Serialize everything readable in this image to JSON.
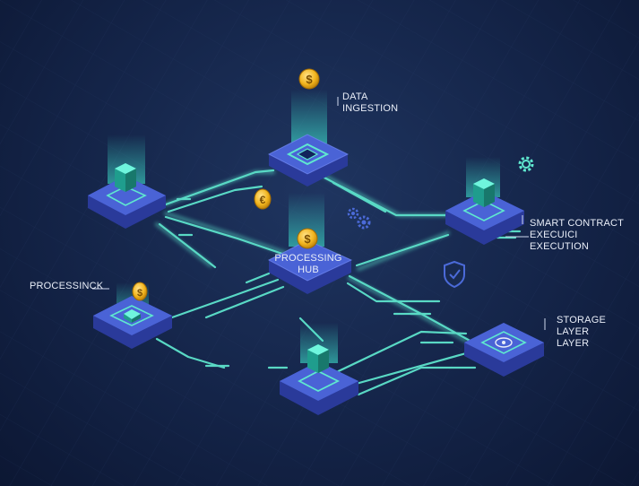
{
  "labels": {
    "data_ingestion": "DATA\nINGESTION",
    "smart_contract": "SMART CONTRACT\nEXECUICI EXECUTION",
    "processing_hub": "PROCESSING\nHUB",
    "processsinck": "PROCESSINCK",
    "storage_layer": "STORAGE LAYER\nLAYER"
  },
  "colors": {
    "background": "#142448",
    "platform_top": "#4a63d6",
    "platform_side": "#2a3a9a",
    "connector": "#5fe8cf",
    "glow": "#41f0d6",
    "coin": "#f2b51e"
  },
  "icons": {
    "coins": [
      "dollar-coin-icon",
      "euro-coin-icon",
      "dollar-coin-icon",
      "dollar-coin-icon"
    ],
    "gears": [
      "gear-icon",
      "gears-icon"
    ],
    "shield": "shield-icon"
  }
}
